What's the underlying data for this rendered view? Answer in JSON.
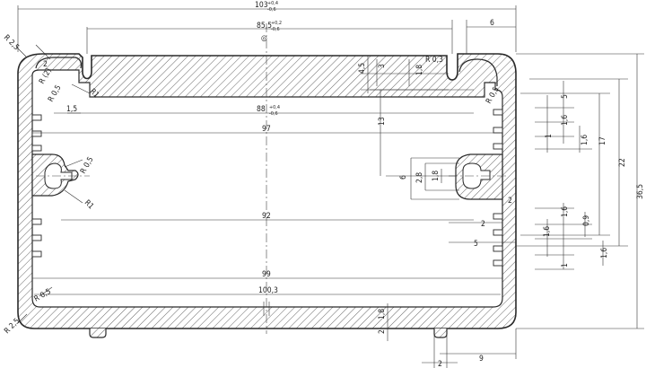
{
  "dims": {
    "overall_width": "103",
    "overall_width_tol_upper": "+0,4",
    "overall_width_tol_lower": "-0,6",
    "upper_slot_width": "85,5",
    "upper_slot_tol_upper": "+0,2",
    "upper_slot_tol_lower": "-0,6",
    "rail_top_width": "6",
    "inner_width_88": "88",
    "inner_width_88_tol_upper": "+0,4",
    "inner_width_88_tol_lower": "-0,6",
    "inner_width_97": "97",
    "inner_width_92": "92",
    "inner_width_99": "99",
    "bottom_width": "100,3",
    "overall_height": "36,5",
    "height_22": "22",
    "height_17": "17",
    "height_13": "13",
    "height_6": "6",
    "dim_5_top": "5",
    "dim_5_bottom": "5",
    "dim_1_6_a": "1,6",
    "dim_1_6_b": "1,6",
    "dim_1_6_c": "1,6",
    "dim_1_6_d": "1,6",
    "dim_1_6_e": "1,6",
    "dim_1_a": "1",
    "dim_1_b": "1",
    "dim_0_9": "0,9",
    "dim_2_8": "2,8",
    "dim_1_8_slot": "1,8",
    "dim_1_8_bottom": "1,8",
    "dim_1_8_rail": "1,8",
    "dim_4_5": "4,5",
    "dim_3": "3",
    "dim_2_wall": "2",
    "dim_2_slot": "2",
    "dim_2_bottom": "2",
    "dim_2_foot": "2",
    "dim_9": "9",
    "dim_1_5": "1,5",
    "dim_2_top": "2",
    "radius_2_5_top": "R 2,5",
    "radius_2_5_bottom": "R 2,5",
    "radius_R1_top": "R1",
    "radius_R1_slot": "R1",
    "radius_R0_3": "R 0,3",
    "radius_R0_5_a": "R 0,5",
    "radius_R0_5_b": "R 0,5",
    "radius_R0_5_c": "R 0,5",
    "radius_R0_5_bottom": "R 0,5",
    "radius_R2": "R (2)",
    "symbol": "◎"
  },
  "colors": {
    "line": "#2a2a2a",
    "background": "#ffffff"
  }
}
